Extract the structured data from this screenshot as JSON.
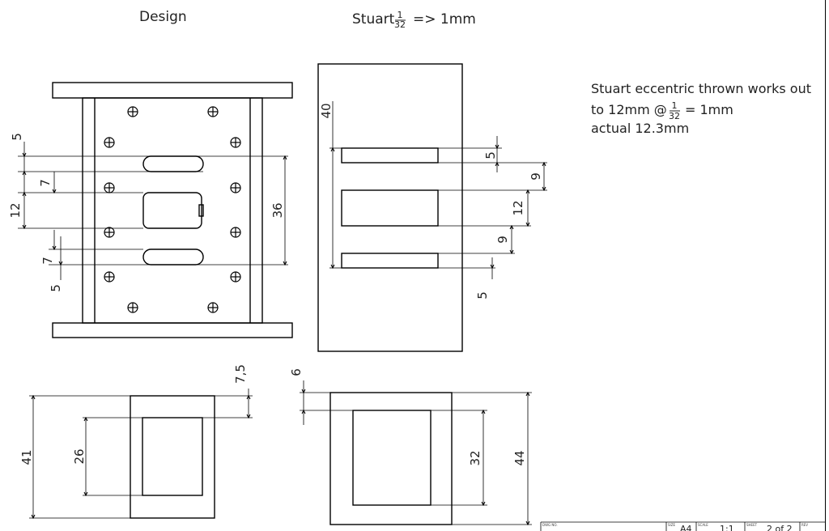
{
  "headings": {
    "design": "Design",
    "scale_prefix": "Stuart",
    "frac_num": "1",
    "frac_den": "32",
    "scale_suffix": "=> 1mm"
  },
  "note": {
    "line1": "Stuart eccentric thrown works out",
    "line2_prefix": "to 12mm @",
    "frac_num": "1",
    "frac_den": "32",
    "line2_suffix": "= 1mm",
    "line3": "actual 12.3mm"
  },
  "dims": {
    "front": {
      "top_gap": "5",
      "slot_gap_upper": "7",
      "port": "12",
      "slot_gap_lower": "7",
      "bottom_gap": "5",
      "span": "36"
    },
    "face": {
      "length": "40",
      "slot_top": "5",
      "gap_upper": "9",
      "port": "12",
      "gap_lower": "9",
      "slot_bottom": "5"
    },
    "end": {
      "offset": "7,5",
      "height": "41",
      "window": "26"
    },
    "side": {
      "offset": "6",
      "window": "32",
      "height": "44"
    }
  },
  "title_block": {
    "dwg_label": "DWG NO.",
    "size_label": "SIZE",
    "size": "A4",
    "scale_label": "SCALE",
    "scale": "1:1",
    "sheet_label": "SHEET",
    "sheet": "2 of 2",
    "rev_label": "REV"
  }
}
